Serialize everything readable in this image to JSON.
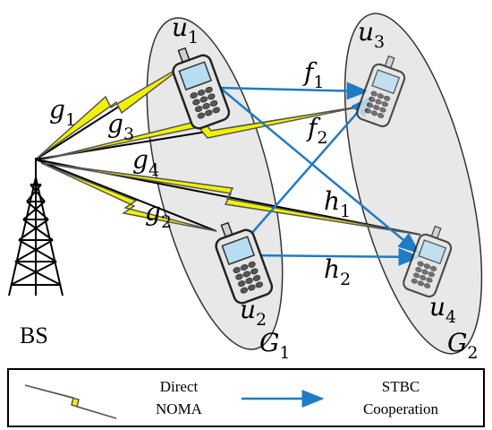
{
  "diagram": {
    "station_label": "BS",
    "users": [
      {
        "base": "u",
        "sub": "1"
      },
      {
        "base": "u",
        "sub": "2"
      },
      {
        "base": "u",
        "sub": "3"
      },
      {
        "base": "u",
        "sub": "4"
      }
    ],
    "groups": [
      {
        "base": "G",
        "sub": "1"
      },
      {
        "base": "G",
        "sub": "2"
      }
    ],
    "channels": {
      "g1": {
        "base": "g",
        "sub": "1"
      },
      "g2": {
        "base": "g",
        "sub": "2"
      },
      "g3": {
        "base": "g",
        "sub": "3"
      },
      "g4": {
        "base": "g",
        "sub": "4"
      },
      "f1": {
        "base": "f",
        "sub": "1"
      },
      "f2": {
        "base": "f",
        "sub": "2"
      },
      "h1": {
        "base": "h",
        "sub": "1"
      },
      "h2": {
        "base": "h",
        "sub": "2"
      }
    },
    "colors": {
      "noma_bolt": "#f2f200",
      "bolt_outline": "#555555",
      "stbc_arrow": "#1f7bc4",
      "group_fill": "#e8e8e8",
      "group_stroke": "#333333"
    }
  },
  "legend": {
    "direct_line1": "Direct",
    "direct_line2": "NOMA",
    "stbc_line1": "STBC",
    "stbc_line2": "Cooperation"
  }
}
